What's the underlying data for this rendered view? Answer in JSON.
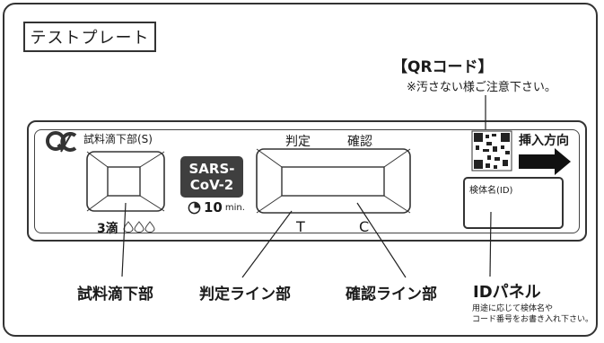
{
  "header": {
    "title": "テストプレート"
  },
  "qr": {
    "title": "【QRコード】",
    "note": "※汚さない様ご注意下さい。"
  },
  "plate": {
    "sample_label": "試料滴下部(S)",
    "badge_line1": "SARS-",
    "badge_line2": "CoV-2",
    "timer_value": "10",
    "timer_unit": "min.",
    "drops_label": "3滴",
    "judge_label": "判定",
    "confirm_label": "確認",
    "t_label": "T",
    "c_label": "C",
    "insert_label": "挿入方向",
    "id_panel_label": "検体名(ID)"
  },
  "callouts": {
    "sample": "試料滴下部",
    "judge": "判定ライン部",
    "confirm": "確認ライン部",
    "id_panel": "IDパネル",
    "id_note_line1": "用途に応じて検体名や",
    "id_note_line2": "コード番号をお書き入れ下さい。"
  },
  "icons": [
    "qc-logo-icon",
    "timer-icon",
    "drop-icon",
    "qr-code-icon",
    "arrow-right-icon"
  ]
}
